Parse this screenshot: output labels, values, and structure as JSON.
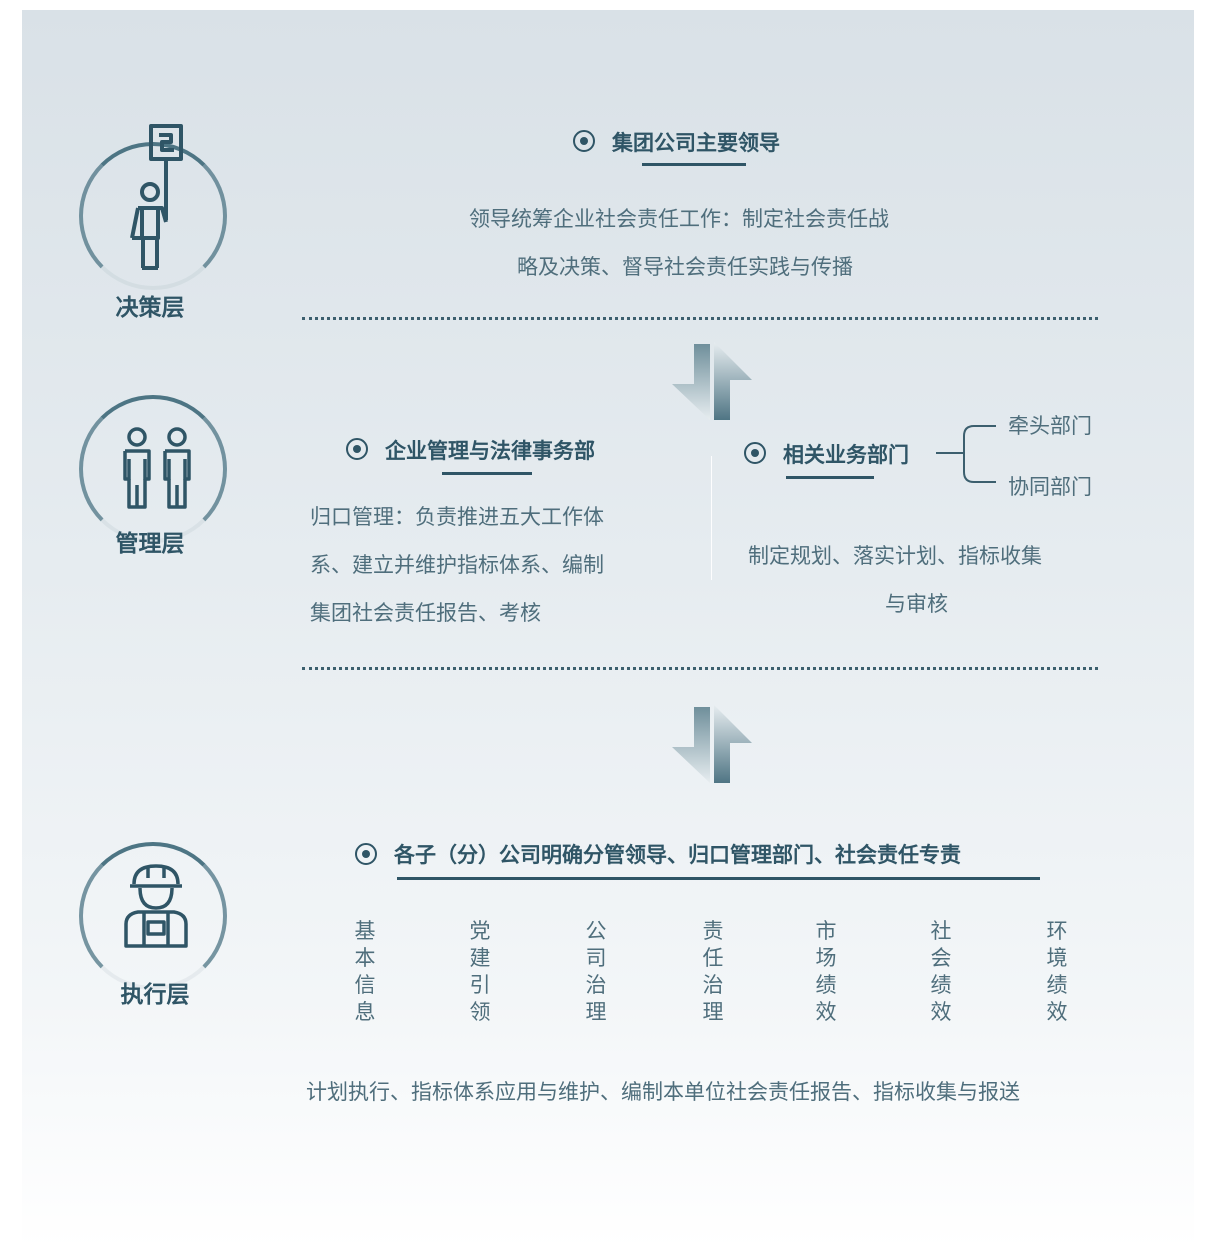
{
  "layers": {
    "decision": "决策层",
    "management": "管理层",
    "execution": "执行层"
  },
  "decision": {
    "heading": "集团公司主要领导",
    "line1": "领导统筹企业社会责任工作：制定社会责任战",
    "line2": "略及决策、督导社会责任实践与传播"
  },
  "management": {
    "left_heading": "企业管理与法律事务部",
    "left_line1": "归口管理：负责推进五大工作体",
    "left_line2": "系、建立并维护指标体系、编制",
    "left_line3": "集团社会责任报告、考核",
    "right_heading": "相关业务部门",
    "lead_dept": "牵头部门",
    "coop_dept": "协同部门",
    "right_line1": "制定规划、落实计划、指标收集",
    "right_line2": "与审核"
  },
  "execution": {
    "heading": "各子（分）公司明确分管领导、归口管理部门、社会责任专责",
    "columns": [
      "基本信息",
      "党建引领",
      "公司治理",
      "责任治理",
      "市场绩效",
      "社会绩效",
      "环境绩效"
    ],
    "footer": "计划执行、指标体系应用与维护、编制本单位社会责任报告、指标收集与报送"
  },
  "icons": {
    "decision": "flag-bearer-icon",
    "management": "two-people-icon",
    "execution": "construction-worker-icon",
    "arrows": "exchange-arrows-icon"
  },
  "colors": {
    "primary": "#2f5566",
    "text": "#4f6e7c",
    "circle": "#4d7584"
  }
}
